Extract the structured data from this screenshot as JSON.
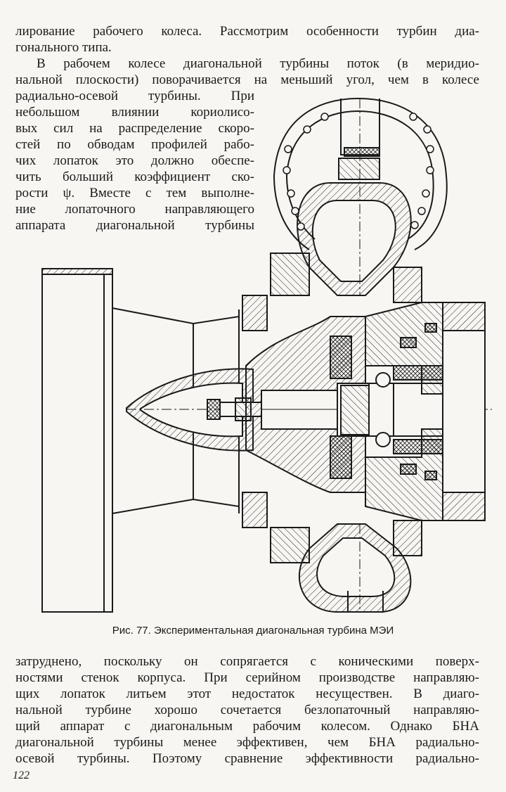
{
  "top_lines": [
    "лирование рабочего колеса. Рассмотрим особенности турбин диа-",
    "гонального типа."
  ],
  "para1_wide": [
    "В рабочем колесе диагональной турбины поток (в меридио-",
    "нальной плоскости) поворачивается на меньший угол, чем в колесе"
  ],
  "para1_narrow": [
    "радиально-осевой турбины. При",
    "небольшом влиянии кориолисо-",
    "вых сил на распределение скоро-",
    "стей по обводам профилей рабо-",
    "чих лопаток это должно обеспе-",
    "чить больший коэффициент ско-",
    "рости ψ. Вместе с тем выполне-",
    "ние лопаточного направляющего",
    "аппарата диагональной турбины"
  ],
  "figure_caption": "Рис. 77. Экспериментальная диагональная турбина МЭИ",
  "para2": [
    "затруднено, поскольку он сопрягается с коническими поверх-",
    "ностями стенок корпуса. При серийном производстве направляю-",
    "щих лопаток литьем этот недостаток несуществен. В диаго-",
    "нальной турбине хорошо сочетается безлопаточный направляю-",
    "щий аппарат с диагональным рабочим колесом. Однако БНА",
    "диагональной турбины менее эффективен, чем БНА радиально-",
    "осевой турбины. Поэтому сравнение эффективности радиально-"
  ],
  "page_number": "122"
}
